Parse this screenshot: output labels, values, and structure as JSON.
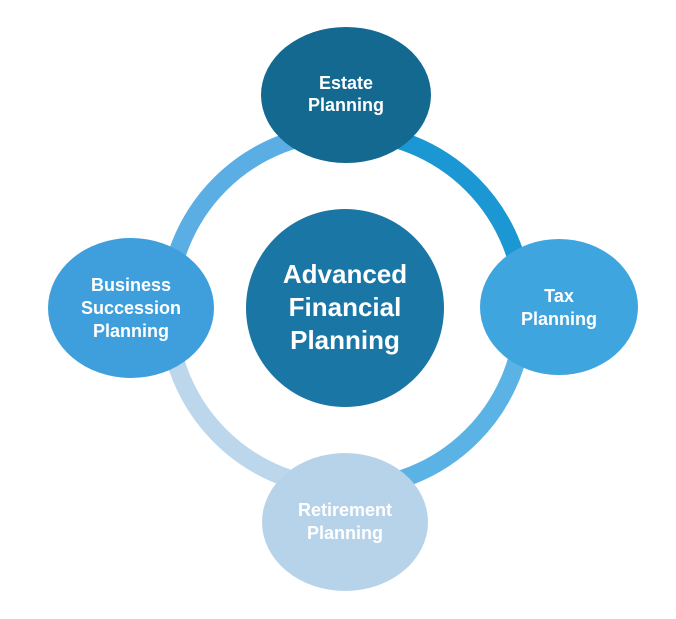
{
  "center": {
    "lines": [
      "Advanced",
      "Financial",
      "Planning"
    ]
  },
  "nodes": [
    {
      "id": "estate",
      "lines": [
        "Estate",
        "Planning"
      ]
    },
    {
      "id": "tax",
      "lines": [
        "Tax",
        "Planning"
      ]
    },
    {
      "id": "retirement",
      "lines": [
        "Retirement",
        "Planning"
      ]
    },
    {
      "id": "business",
      "lines": [
        "Business",
        "Succession",
        "Planning"
      ]
    }
  ],
  "colors": {
    "center": "#1a76a4",
    "estate": "#13698f",
    "tax": "#3fa5df",
    "retirement": "#b7d3ea",
    "business": "#3e9fdc",
    "arc_top_right": "#1b98d3",
    "arc_bottom_right": "#5ab3e4",
    "arc_bottom_left": "#bcd7ec",
    "arc_top_left": "#5aaee3",
    "text": "#ffffff"
  }
}
